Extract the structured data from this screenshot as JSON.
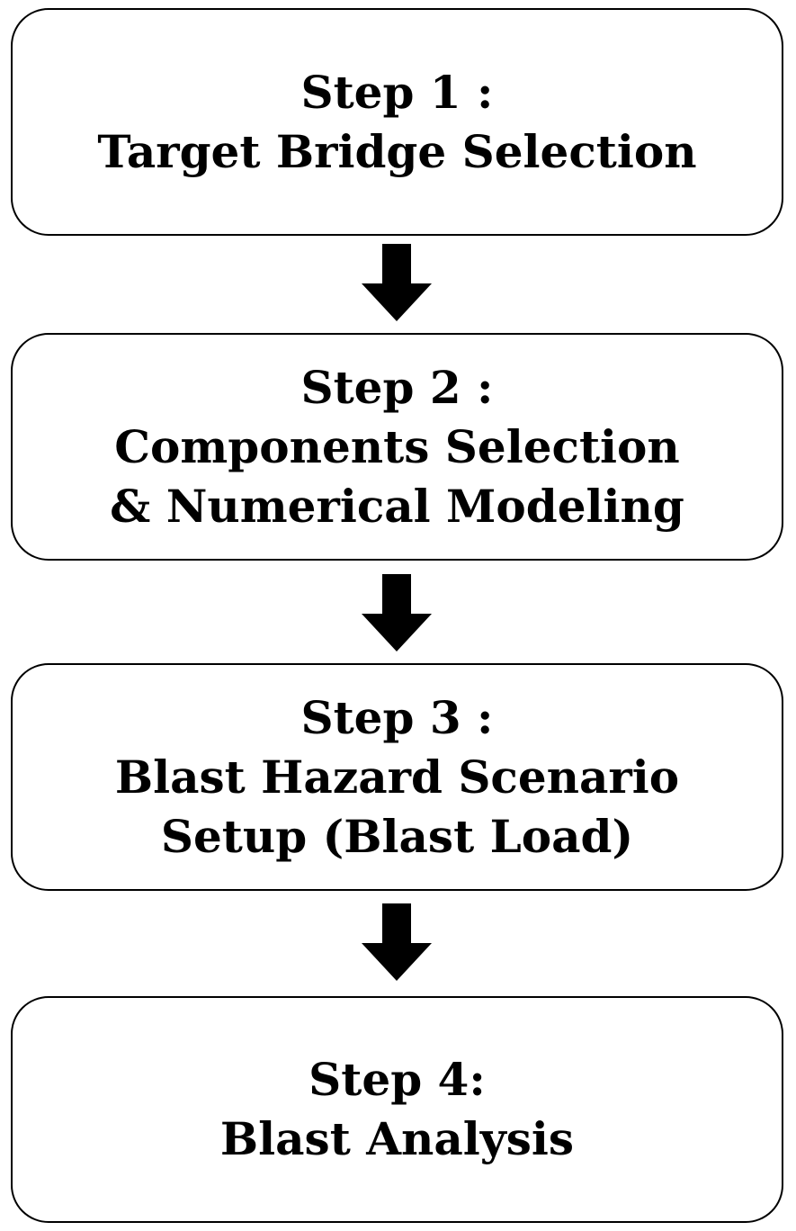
{
  "steps": [
    {
      "title": "Step 1 :",
      "lines": [
        "Target Bridge Selection"
      ]
    },
    {
      "title": "Step 2 :",
      "lines": [
        "Components Selection",
        "& Numerical Modeling"
      ]
    },
    {
      "title": "Step 3 :",
      "lines": [
        "Blast Hazard Scenario",
        "Setup (Blast Load)"
      ]
    },
    {
      "title": "Step 4:",
      "lines": [
        "Blast Analysis"
      ]
    }
  ],
  "colors": {
    "border": "#000000",
    "arrow": "#000000",
    "background": "#ffffff"
  }
}
